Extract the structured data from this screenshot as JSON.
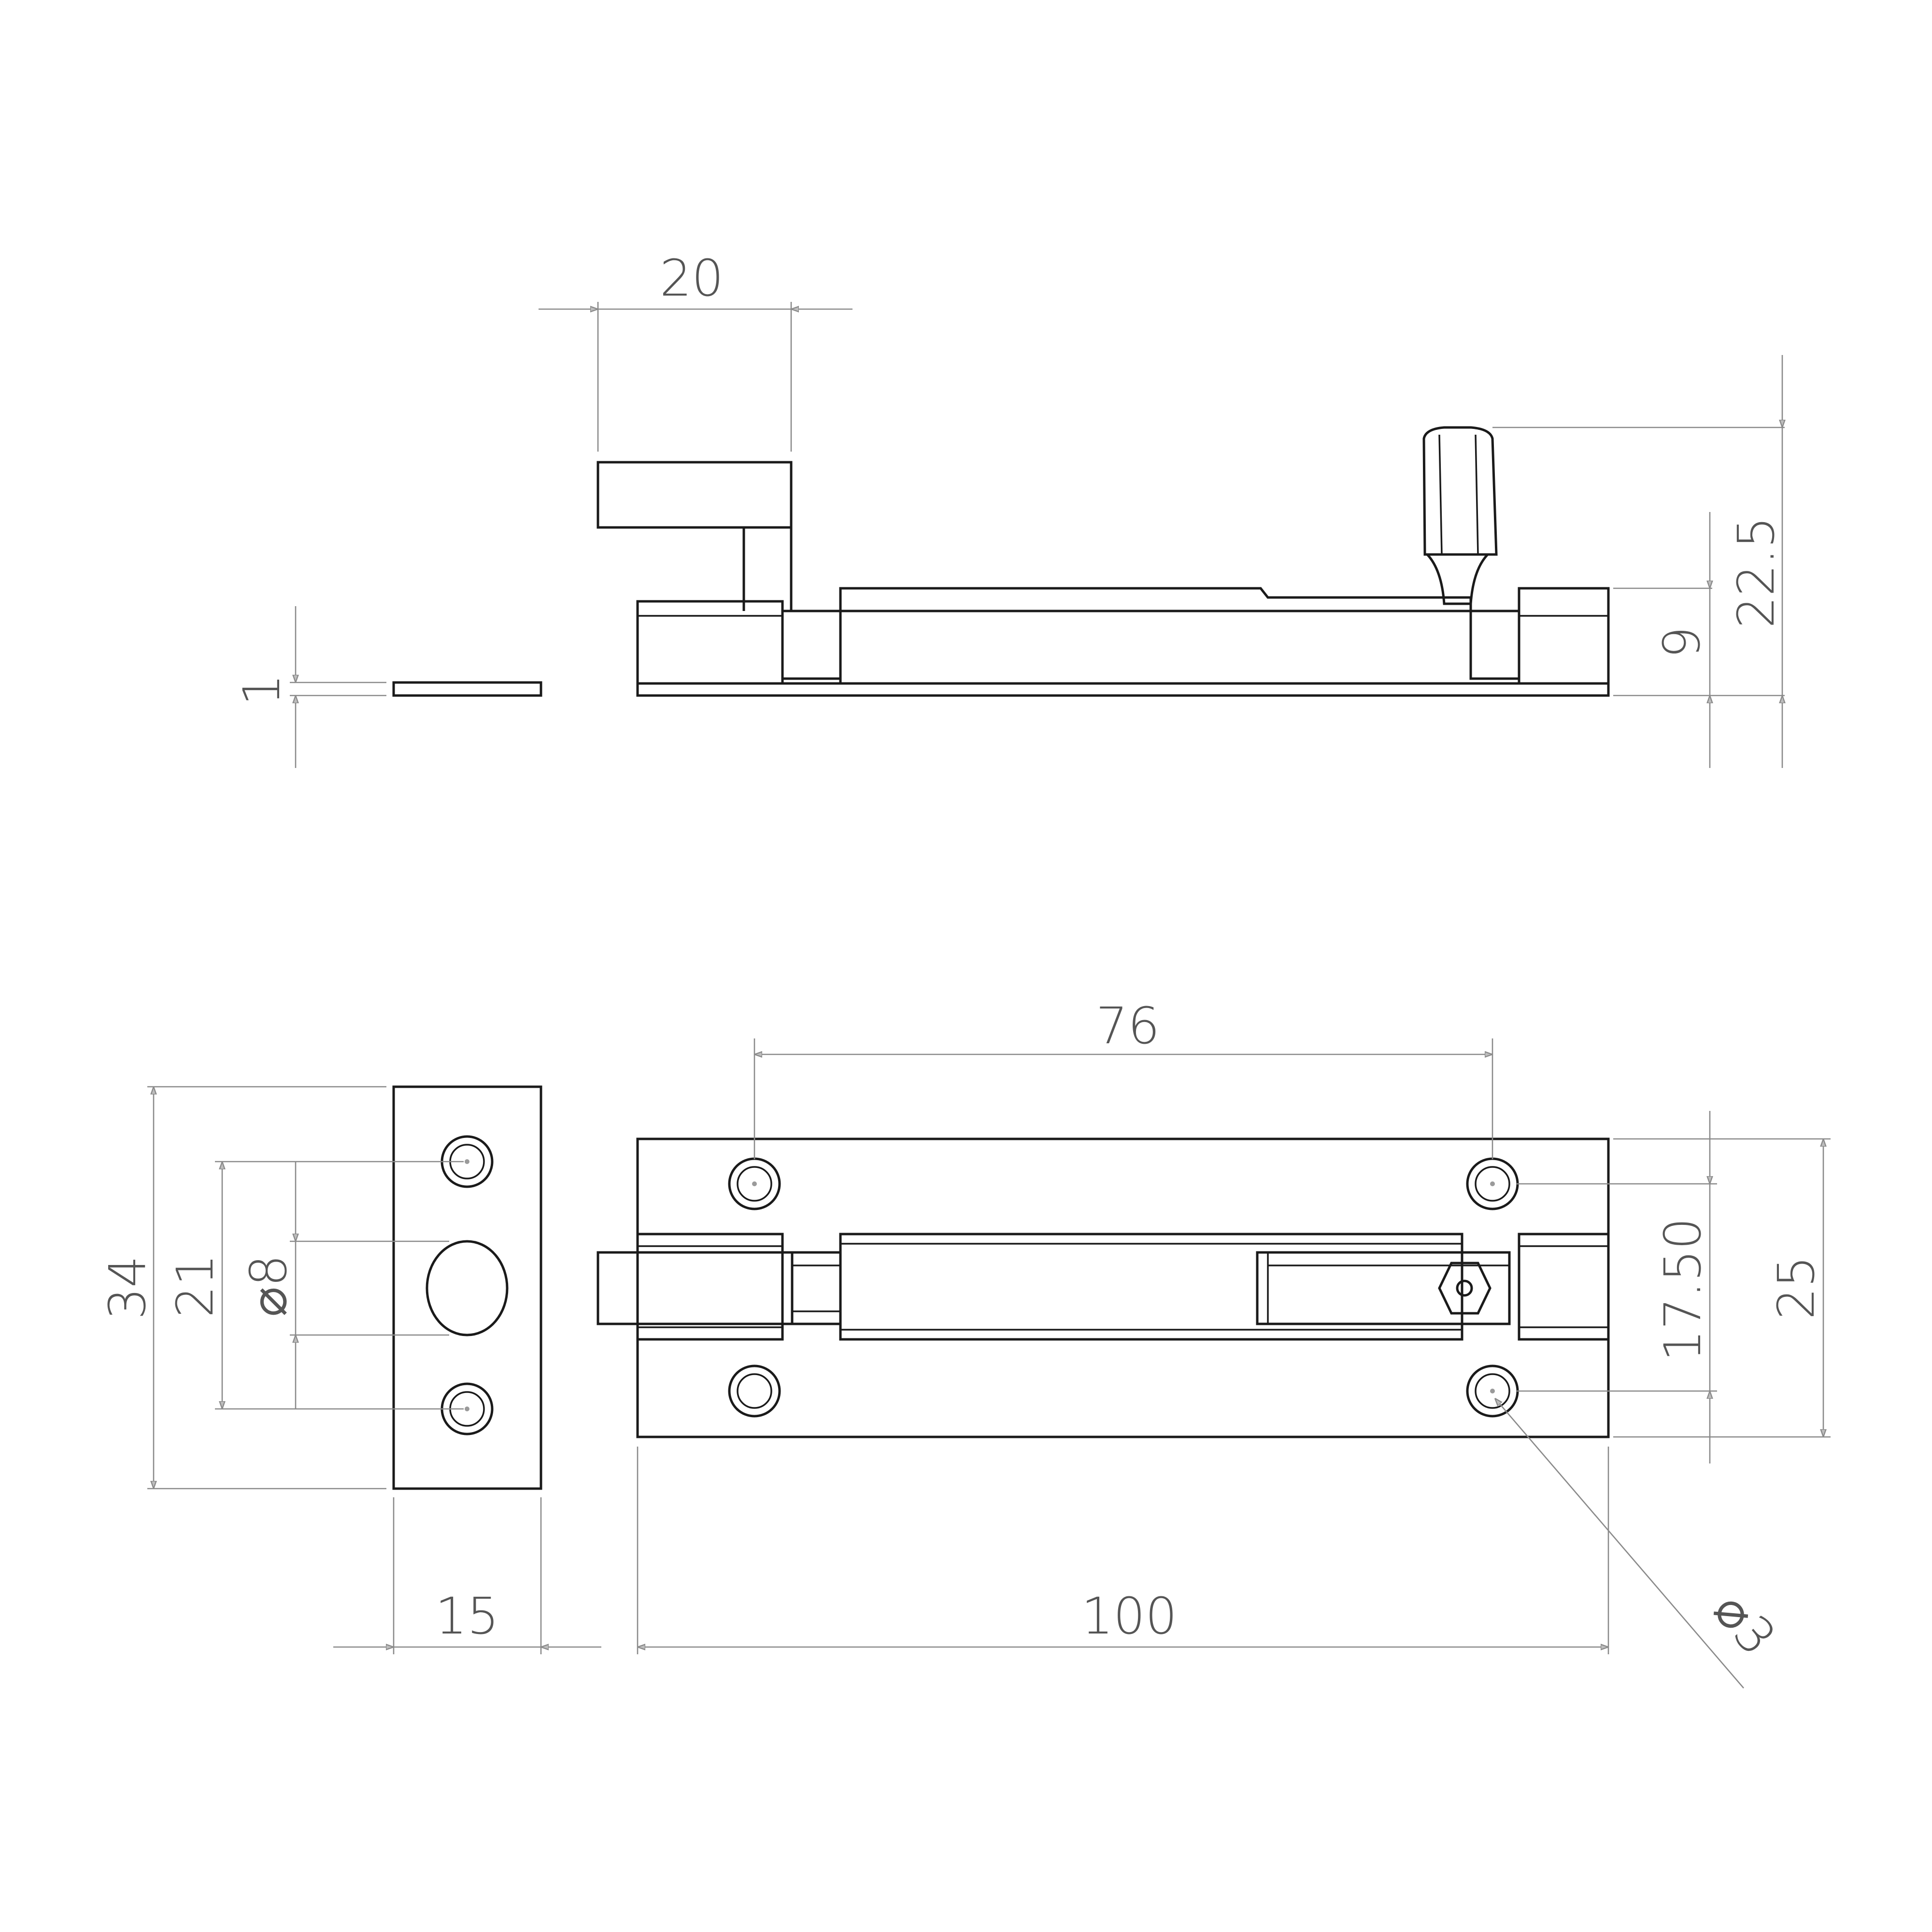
{
  "dimensions": {
    "catch_width_top": "20",
    "overall_height": "22.5",
    "body_height": "9",
    "plate_thickness": "1",
    "hole_spacing_length": "76",
    "keeper_height": "34",
    "keeper_hole_spacing": "21",
    "keeper_hole_diameter": "⌀8",
    "hole_spacing_width": "17.50",
    "body_width": "25",
    "keeper_width": "15",
    "body_length": "100",
    "screw_hole_diameter": "⌀3"
  },
  "colors": {
    "outline": "#1a1a1a",
    "dimension": "#8a8a8a",
    "text": "#555555",
    "background": "#ffffff"
  }
}
